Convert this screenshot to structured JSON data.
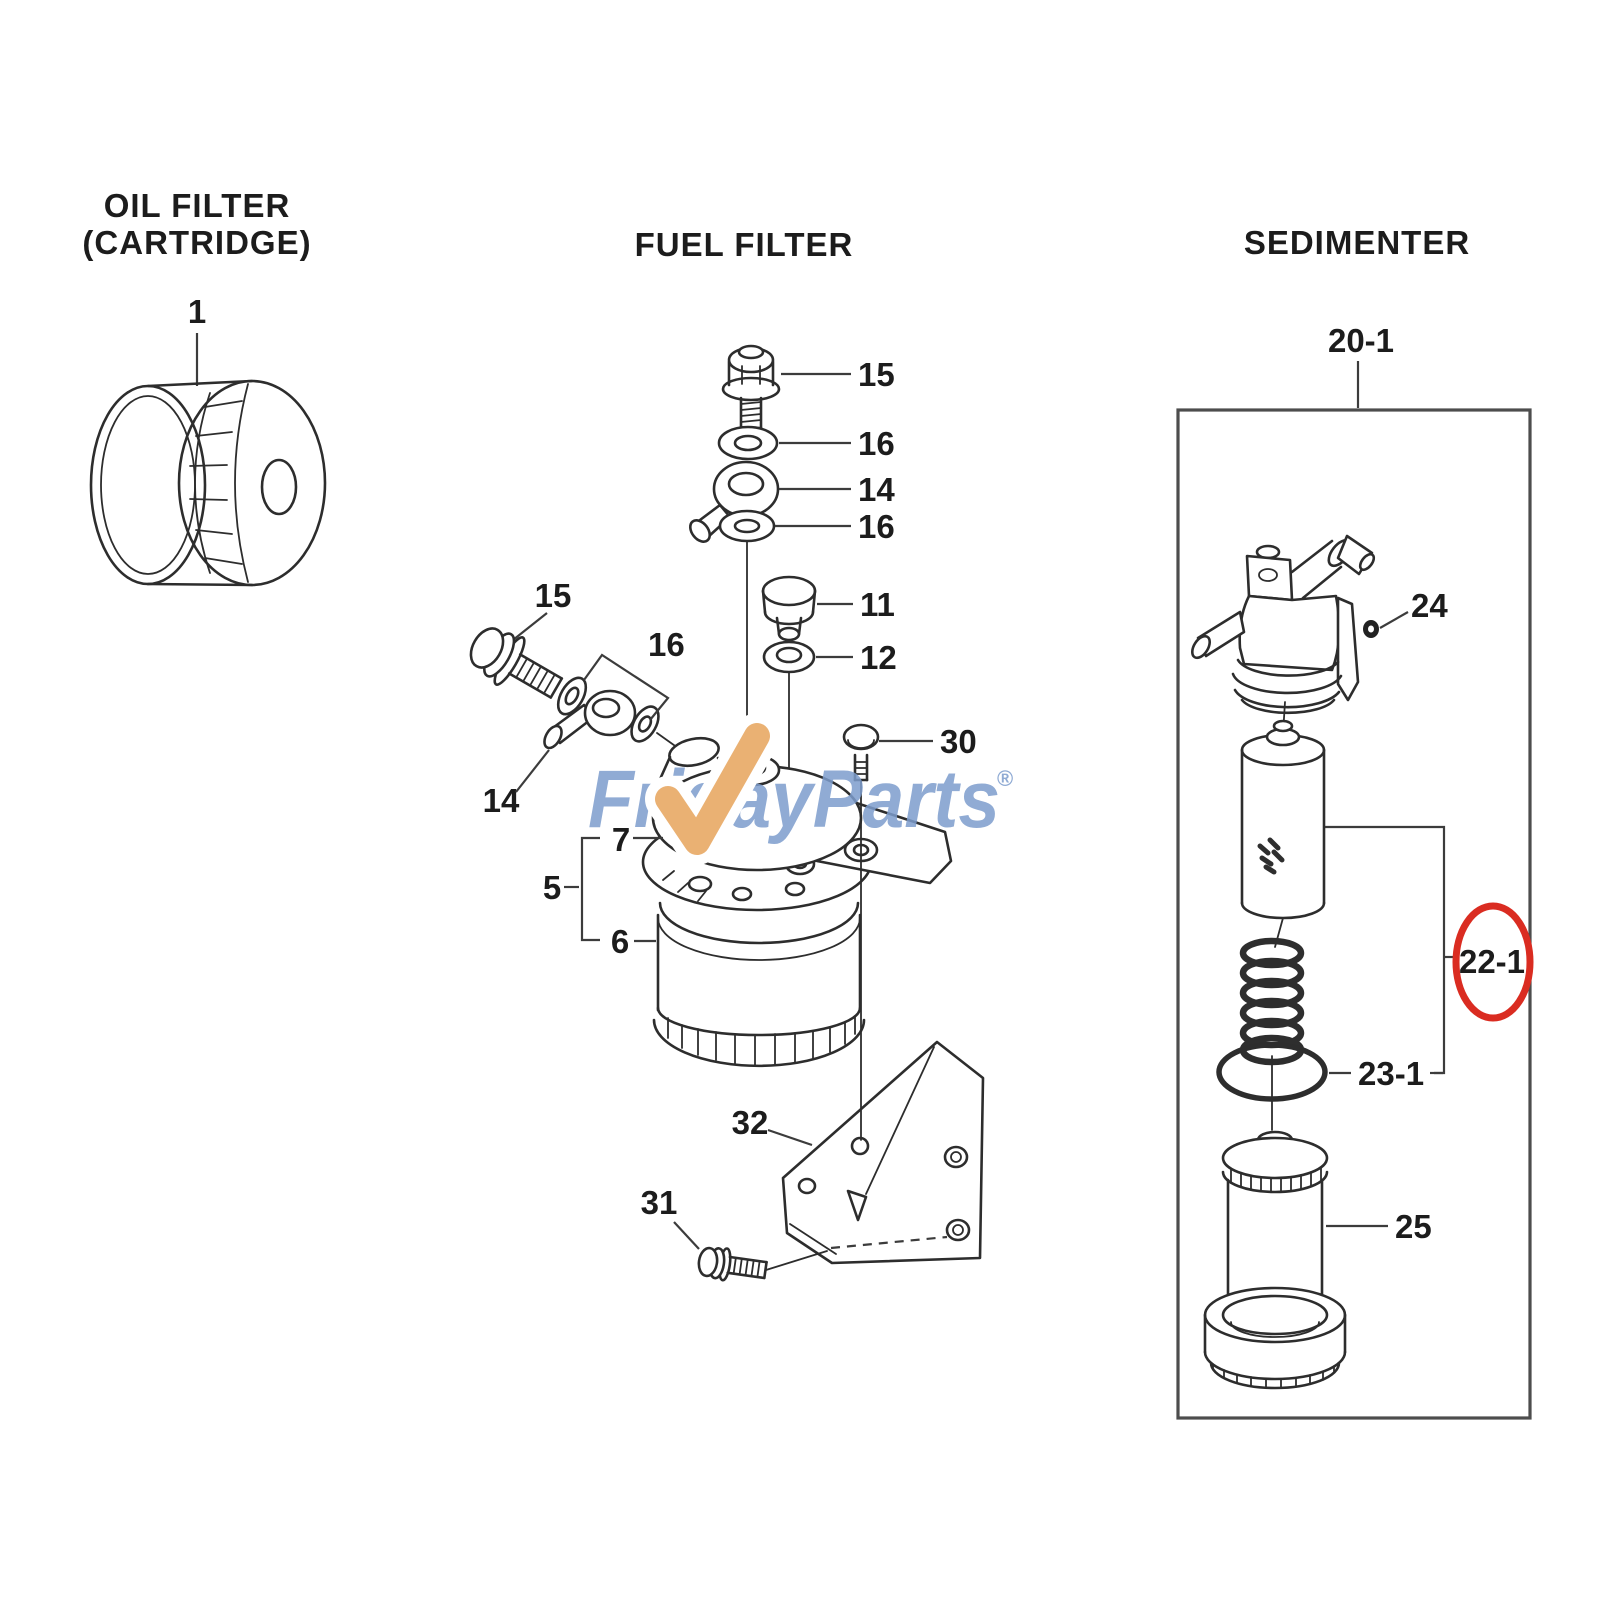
{
  "colors": {
    "line": "#2d2d2d",
    "label": "#1c1c1c",
    "leader": "#3c3c3c",
    "box": "#4d4d4d",
    "highlight_red": "#da2c21",
    "watermark_blue": "#7d9dcd",
    "watermark_orange": "#eab173"
  },
  "watermark": {
    "text": "FridayParts",
    "registered": "®"
  },
  "oil_filter": {
    "title1": "OIL FILTER",
    "title2": "(CARTRIDGE)",
    "part_cartridge": "1"
  },
  "fuel_filter": {
    "title": "FUEL FILTER",
    "part_banjo_bolt_top": "15",
    "part_washer_top_upper": "16",
    "part_banjo_fitting_top": "14",
    "part_washer_top_lower": "16",
    "part_air_plug": "11",
    "part_plug_gasket": "12",
    "part_bolt_right": "30",
    "part_banjo_bolt_left": "15",
    "part_washer_left": "16",
    "part_banjo_fitting_left": "14",
    "part_filter_head": "7",
    "part_filter_assembly": "5",
    "part_filter_cartridge": "6",
    "part_mount_bracket": "32",
    "part_bracket_bolt": "31"
  },
  "sedimenter": {
    "title": "SEDIMENTER",
    "part_assembly": "20-1",
    "part_vent_nut": "24",
    "part_element_kit": "22-1",
    "part_oring": "23-1",
    "part_bowl": "25"
  }
}
